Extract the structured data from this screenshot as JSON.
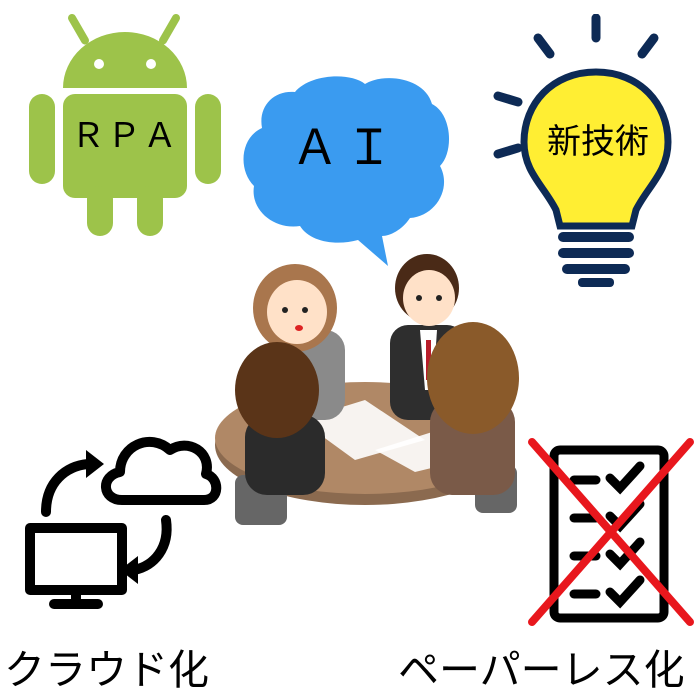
{
  "icons": {
    "robot": {
      "text": "ＲＰＡ",
      "icon": "android-robot-icon",
      "color": "#9dc34a"
    },
    "brain": {
      "text": "ＡＩ",
      "icon": "brain-speech-bubble-icon",
      "color": "#3a9bf0"
    },
    "bulb": {
      "text": "新技術",
      "icon": "light-bulb-icon",
      "color": "#ffee33"
    }
  },
  "captions": {
    "cloud": "クラウド化",
    "paperless": "ペーパーレス化"
  },
  "colors": {
    "cross": "#e8171d",
    "navy": "#0d2a55"
  }
}
